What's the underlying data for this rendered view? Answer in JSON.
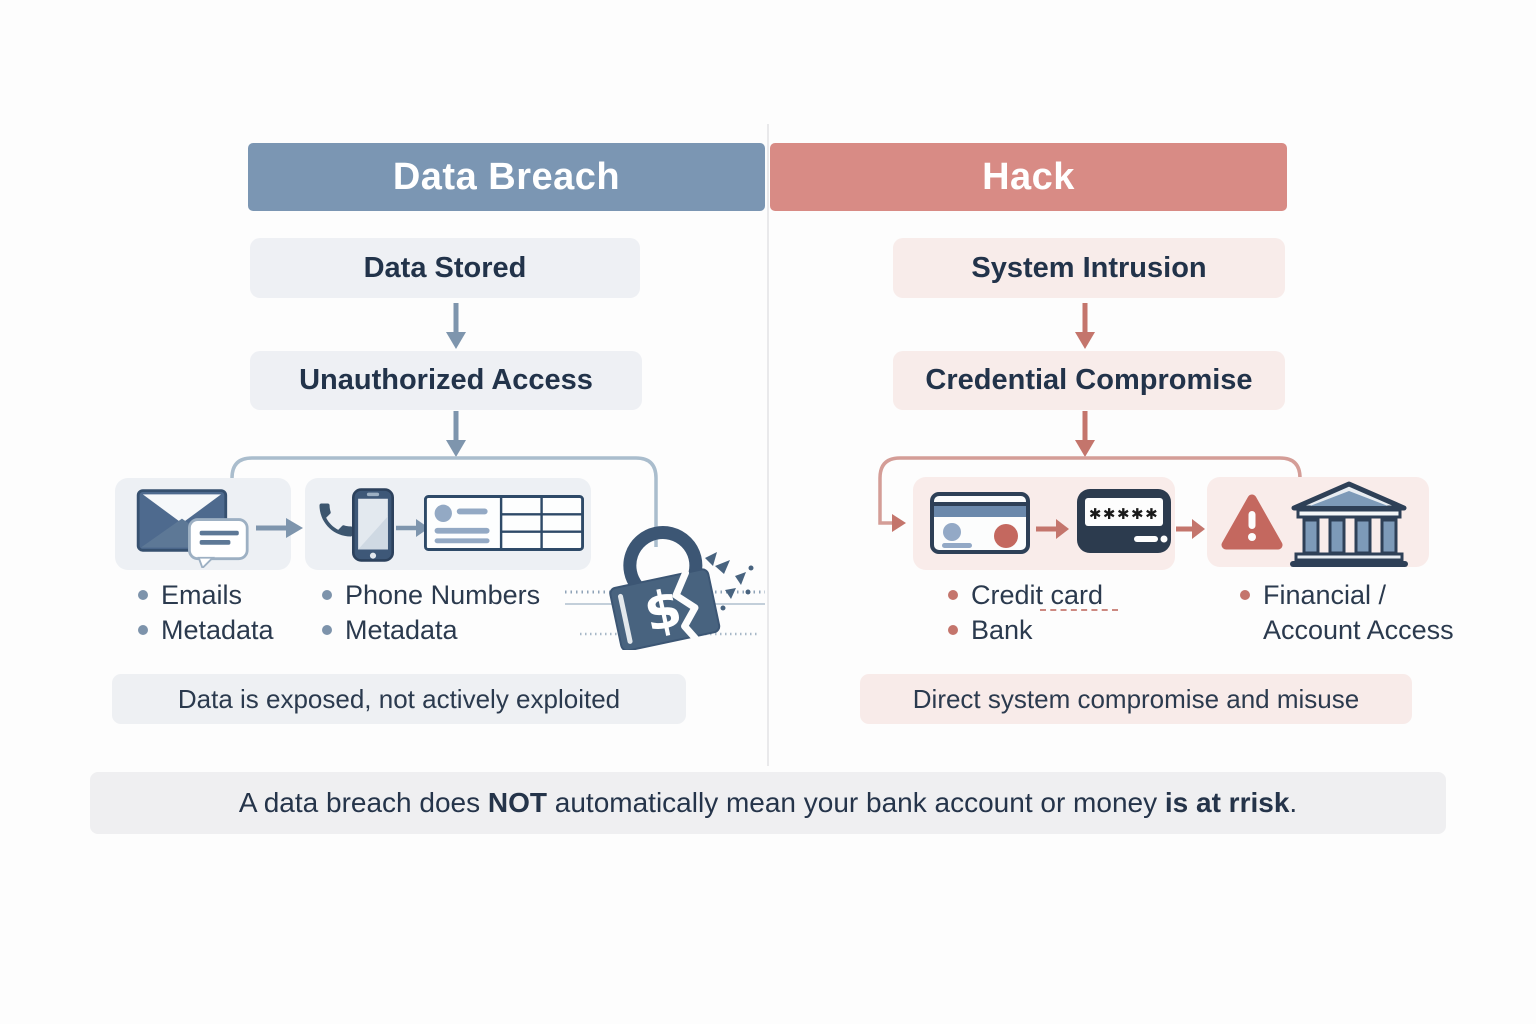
{
  "left": {
    "header": "Data Breach",
    "steps": [
      "Data Stored",
      "Unauthorized Access"
    ],
    "groups": [
      {
        "bullets": [
          "Emails",
          "Metadata"
        ]
      },
      {
        "bullets": [
          "Phone Numbers",
          "Metadata"
        ]
      }
    ],
    "caption": "Data is exposed, not actively exploited"
  },
  "right": {
    "header": "Hack",
    "steps": [
      "System Intrusion",
      "Credential Compromise"
    ],
    "groups": [
      {
        "bullets": [
          "Credit card",
          "Bank"
        ]
      },
      {
        "bullets": [
          "Financial /",
          "Account Access"
        ]
      }
    ],
    "caption": "Direct system compromise and misuse"
  },
  "password_mask": "✱✱✱✱✱",
  "lock_symbol": "$",
  "footer": {
    "part1": "A data breach does ",
    "bold1": "NOT",
    "part2": " automatically mean your bank account or money ",
    "bold2": "is at rrisk",
    "part3": "."
  },
  "icons": {
    "email": "envelope-with-chat-bubble",
    "phone": "handset-and-smartphone",
    "records": "contact-table",
    "broken_lock": "shattered-padlock-with-dollar",
    "credit_card": "credit-card",
    "password": "masked-password-field",
    "warning": "alert-triangle",
    "bank": "bank-building",
    "arrows": "flow-arrows"
  },
  "colors": {
    "breach_header_bg": "#7b96b3",
    "hack_header_bg": "#d88b85",
    "neutral_box_bg": "#eef0f4",
    "pink_box_bg": "#f8ecea",
    "blue_arrow": "#7e95ad",
    "red_arrow": "#c4756c",
    "text_dark": "#25344a",
    "warning_red": "#c4685f"
  }
}
